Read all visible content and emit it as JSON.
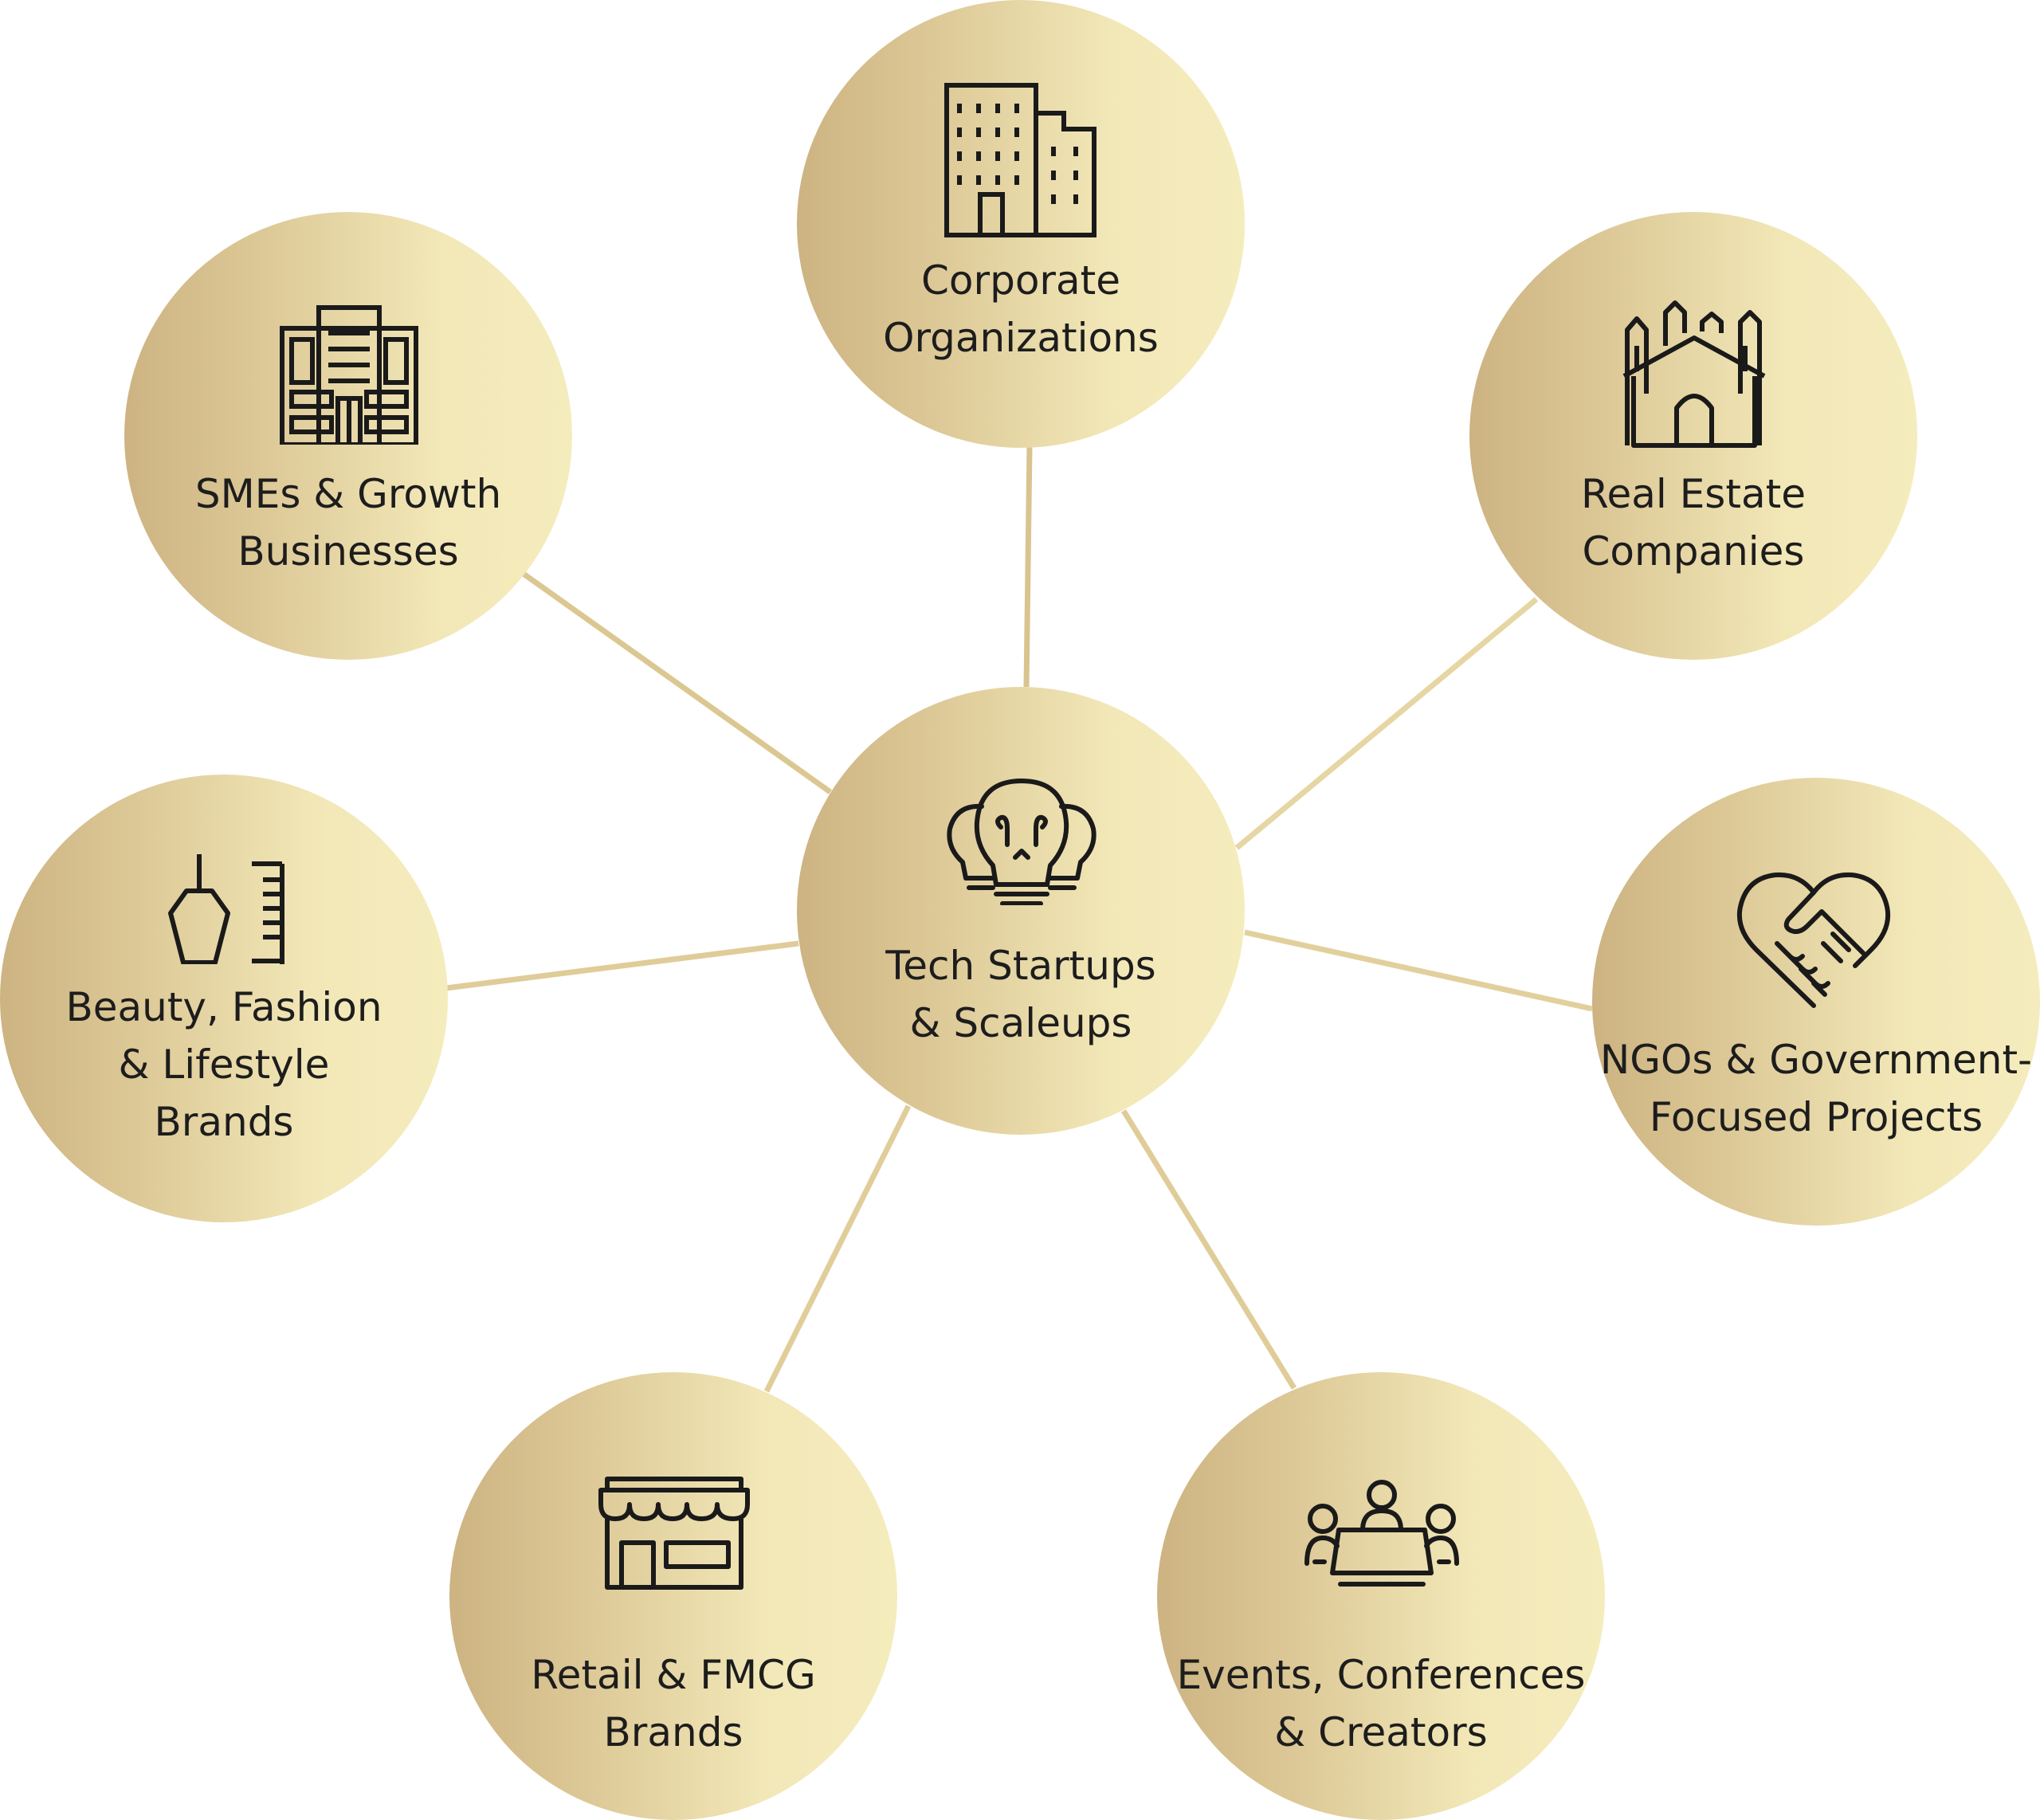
{
  "colors": {
    "node_gold_dark": "#cdb382",
    "node_gold_light": "#f5ecbd",
    "connector_dark": "#c9ac78",
    "connector_light": "#f4eab8",
    "icon_stroke": "#1a1a1a",
    "text": "#1d1d1d"
  },
  "center": {
    "icon": "lightbulbs-icon",
    "lines": [
      "Tech Startups",
      "& Scaleups"
    ]
  },
  "nodes": [
    {
      "id": "corporate",
      "icon": "office-tower-icon",
      "lines": [
        "Corporate",
        "Organizations"
      ]
    },
    {
      "id": "real-estate",
      "icon": "houses-icon",
      "lines": [
        "Real Estate",
        "Companies"
      ]
    },
    {
      "id": "ngo",
      "icon": "heart-handshake-icon",
      "lines": [
        "NGOs & Government-",
        "Focused Projects"
      ]
    },
    {
      "id": "events",
      "icon": "meeting-table-icon",
      "lines": [
        "Events, Conferences",
        "& Creators"
      ]
    },
    {
      "id": "retail",
      "icon": "storefront-icon",
      "lines": [
        "Retail & FMCG",
        "Brands"
      ]
    },
    {
      "id": "beauty",
      "icon": "lipstick-comb-icon",
      "lines": [
        "Beauty, Fashion",
        "& Lifestyle",
        "Brands"
      ]
    },
    {
      "id": "smes",
      "icon": "building-icon",
      "lines": [
        "SMEs & Growth",
        "Businesses"
      ]
    }
  ]
}
